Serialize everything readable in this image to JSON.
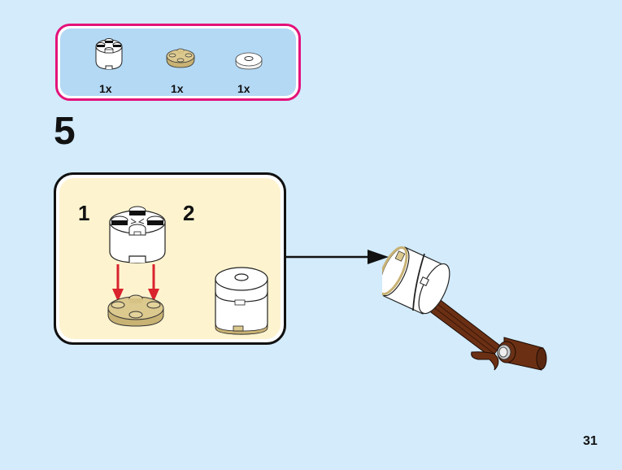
{
  "parts_list": {
    "border_color": "#e4127a",
    "background_color": "#b4d9f4",
    "items": [
      {
        "part": "white-round-brick-2x2",
        "quantity": "1x"
      },
      {
        "part": "tan-round-plate-2x2",
        "quantity": "1x"
      },
      {
        "part": "white-round-tile-2x2-with-hole",
        "quantity": "1x"
      }
    ]
  },
  "step": {
    "number": "5",
    "sub_steps": [
      {
        "number": "1"
      },
      {
        "number": "2"
      }
    ],
    "sub_box_color": "#fdf3cf",
    "arrow_color": "#d9232d"
  },
  "page": {
    "background_color": "#d3ebfb",
    "number": "31"
  }
}
